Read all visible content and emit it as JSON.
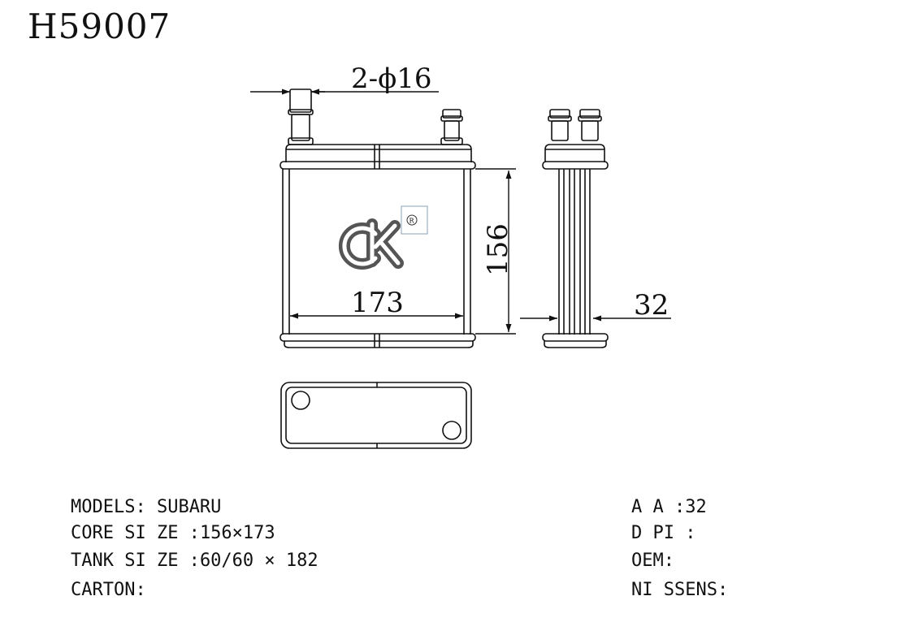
{
  "part_number": "H59007",
  "dimensions": {
    "pipe_callout": "2-ϕ16",
    "core_height": "156",
    "core_width": "173",
    "thickness": "32"
  },
  "logo": {
    "brand_letters": "ck",
    "registered_mark": "R"
  },
  "specs_left": [
    {
      "label": "MODELS: ",
      "value": "SUBARU"
    },
    {
      "label": "CORE SI ZE :",
      "value": "156×173"
    },
    {
      "label": "TANK SI ZE :",
      "value": "60/60 × 182"
    },
    {
      "label": "CARTON:",
      "value": ""
    }
  ],
  "specs_right": [
    {
      "label": "A A :",
      "value": "32"
    },
    {
      "label": "D PI :",
      "value": ""
    },
    {
      "label": "OEM:",
      "value": ""
    },
    {
      "label": "NI SSENS:",
      "value": ""
    }
  ]
}
